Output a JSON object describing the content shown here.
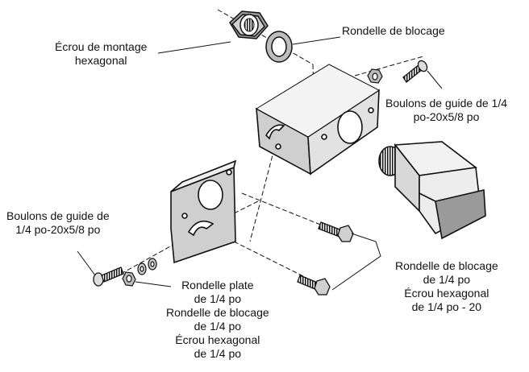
{
  "labels": {
    "mount_nut": {
      "lines": [
        "Écrou de montage",
        "hexagonal"
      ]
    },
    "lock_washer_top": {
      "lines": [
        "Rondelle de blocage"
      ]
    },
    "guide_bolts_right": {
      "lines": [
        "Boulons de guide de 1/4",
        "po-20x5/8 po"
      ]
    },
    "guide_bolts_left": {
      "lines": [
        "Boulons de guide de",
        "1/4 po-20x5/8 po"
      ]
    },
    "washers_left": {
      "lines": [
        "Rondelle plate",
        "de 1/4 po",
        "Rondelle de blocage",
        "de 1/4 po",
        "Écrou hexagonal",
        "de 1/4 po"
      ]
    },
    "washers_right": {
      "lines": [
        "Rondelle de blocage",
        "de 1/4 po",
        "Écrou hexagonal",
        "de 1/4 po - 20"
      ]
    }
  }
}
